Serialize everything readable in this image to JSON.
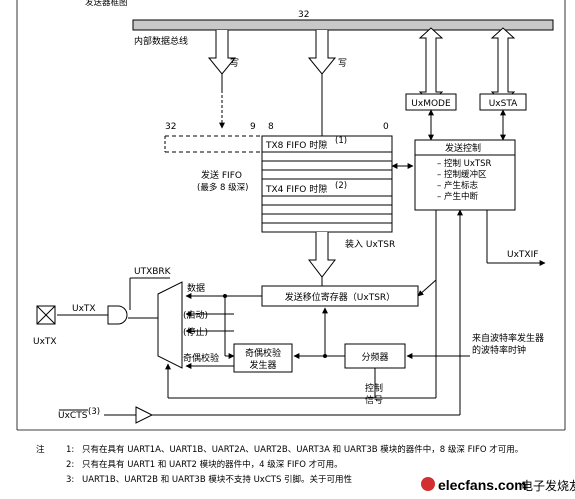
{
  "header": {
    "fragment": "发送器框图"
  },
  "bus": {
    "number": "32",
    "label": "内部数据总线"
  },
  "write_labels": [
    "写",
    "写"
  ],
  "registers": {
    "mode": "UxMODE",
    "status": "UxSTA"
  },
  "fifo": {
    "bits": {
      "b32": "32",
      "b9": "9",
      "b8": "8",
      "b0": "0"
    },
    "row_top": "TX8 FIFO 时隙",
    "row_top_note": "(1)",
    "row_mid": "TX4 FIFO 时隙",
    "row_mid_note": "(2)",
    "side_label_1": "发送 FIFO",
    "side_label_2": "(最多 8 级深)"
  },
  "control": {
    "title": "发送控制",
    "items": [
      "– 控制 UxTSR",
      "– 控制缓冲区",
      "– 产生标志",
      "– 产生中断"
    ]
  },
  "load_label": "装入 UxTSR",
  "txif": "UxTXIF",
  "utxbrk": "UTXBRK",
  "shift_register": "发送移位寄存器（UxTSR）",
  "mux_inputs": {
    "data": "数据",
    "start": "(启动)",
    "stop": "(停止)",
    "parity": "奇偶校验"
  },
  "parity_gen": [
    "奇偶校验",
    "发生器"
  ],
  "divider": "分频器",
  "baud_source": [
    "来自波特率发生器",
    "的波特率时钟"
  ],
  "pin": {
    "signal": "UxTX",
    "name": "UxTX"
  },
  "cts": {
    "label": "UxCTS",
    "note": "(3)"
  },
  "control_signal": [
    "控制",
    "信号"
  ],
  "notes": {
    "prefix": "注",
    "items": [
      {
        "num": "1:",
        "text": "只有在具有 UART1A、UART1B、UART2A、UART2B、UART3A 和 UART3B 模块的器件中，8 级深 FIFO 才可用。"
      },
      {
        "num": "2:",
        "text": "只有在具有 UART1 和 UART2 模块的器件中，4 级深 FIFO 才可用。"
      },
      {
        "num": "3:",
        "text": "UART1B、UART2B 和 UART3B 模块不支持 UxCTS 引脚。关于可用性"
      }
    ]
  },
  "watermark": {
    "site": "elecfans.com",
    "brand": "电子发烧友"
  }
}
